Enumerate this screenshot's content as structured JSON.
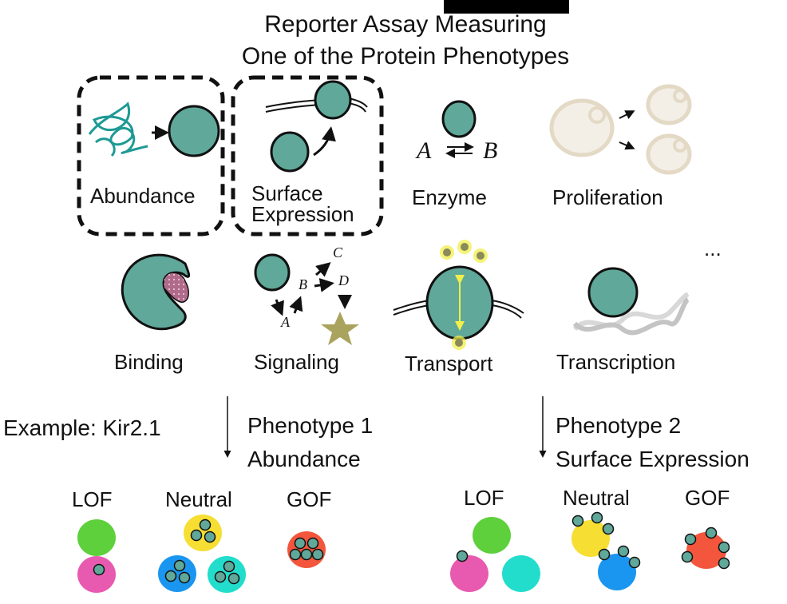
{
  "title": {
    "line1": "Reporter Assay Measuring",
    "line2": "One of the Protein Phenotypes"
  },
  "phenotypes": [
    {
      "label": "Abundance",
      "icon": "unfolded-to-folded-protein-icon",
      "highlighted": true
    },
    {
      "label_line1": "Surface",
      "label_line2": "Expression",
      "icon": "protein-to-membrane-icon",
      "highlighted": true
    },
    {
      "label": "Enzyme",
      "icon": "enzyme-reaction-icon",
      "reaction": {
        "substrate": "A",
        "product": "B"
      }
    },
    {
      "label": "Proliferation",
      "icon": "cell-division-icon"
    },
    {
      "label": "Binding",
      "icon": "protein-ligand-binding-icon"
    },
    {
      "label": "Signaling",
      "icon": "signaling-cascade-icon",
      "nodes": [
        "A",
        "B",
        "C",
        "D"
      ]
    },
    {
      "label": "Transport",
      "icon": "membrane-transporter-icon"
    },
    {
      "label": "Transcription",
      "icon": "protein-dna-icon"
    }
  ],
  "more": "...",
  "example": "Example: Kir2.1",
  "branches": [
    {
      "line1": "Phenotype 1",
      "line2": "Abundance",
      "categories": [
        {
          "label": "LOF",
          "cells": [
            {
              "color": "#5dd03c",
              "proteins": 0
            },
            {
              "color": "#e85ab0",
              "proteins": 1
            }
          ]
        },
        {
          "label": "Neutral",
          "cells": [
            {
              "color": "#f6de33",
              "proteins": 3
            },
            {
              "color": "#1a96f0",
              "proteins": 3
            },
            {
              "color": "#22ddcc",
              "proteins": 3
            }
          ]
        },
        {
          "label": "GOF",
          "cells": [
            {
              "color": "#f3563c",
              "proteins": 5
            }
          ]
        }
      ]
    },
    {
      "line1": "Phenotype 2",
      "line2": "Surface Expression",
      "categories": [
        {
          "label": "LOF",
          "cells": [
            {
              "color": "#5dd03c",
              "proteins": 0
            },
            {
              "color": "#e85ab0",
              "proteins": 1
            },
            {
              "color": "#22ddcc",
              "proteins": 0
            }
          ]
        },
        {
          "label": "Neutral",
          "cells": [
            {
              "color": "#f6de33",
              "proteins": 3
            },
            {
              "color": "#1a96f0",
              "proteins": 3
            }
          ]
        },
        {
          "label": "GOF",
          "cells": [
            {
              "color": "#f3563c",
              "proteins": 5
            }
          ]
        }
      ]
    }
  ],
  "colors": {
    "protein": "#5fa89a",
    "protein_outline": "#111111",
    "unfolded_chain": "#1e9a95",
    "proliferating_cell": "#ece5d6",
    "star": "#a9a35e",
    "transport_ion": "#f2ef4a",
    "ion_core": "#8a8a5a"
  }
}
